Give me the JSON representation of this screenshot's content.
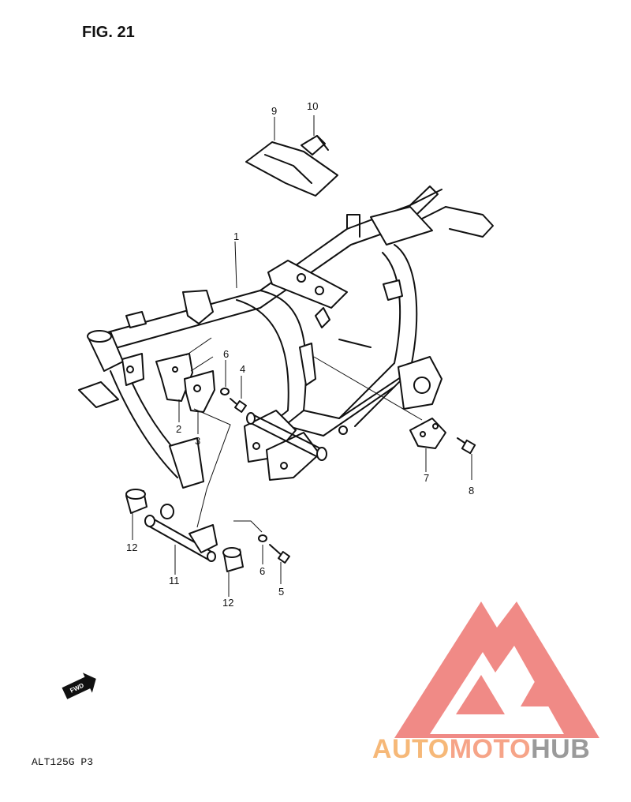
{
  "figure": {
    "title": "FIG. 21",
    "model_code": "ALT125G P3"
  },
  "callouts": {
    "c1": "1",
    "c2": "2",
    "c3": "3",
    "c4": "4",
    "c5": "5",
    "c6a": "6",
    "c6b": "6",
    "c7": "7",
    "c8": "8",
    "c9": "9",
    "c10": "10",
    "c11": "11",
    "c12a": "12",
    "c12b": "12"
  },
  "fwd_marker": {
    "label": "FWD"
  },
  "watermark": {
    "brand_part1": "AUTO",
    "brand_part2": "MOTO",
    "brand_part3": "HUB",
    "colors": {
      "part1": "#f6b878",
      "part2": "#f6a488",
      "part3": "#9a9a9a",
      "logo": "#f08a86"
    }
  }
}
